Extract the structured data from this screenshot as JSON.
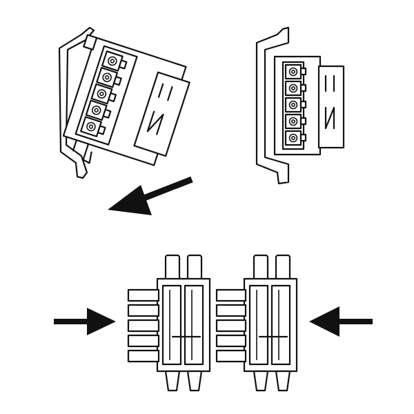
{
  "figure": {
    "panels": [
      {
        "name": "tilted-mounting-step",
        "terminals": 5
      },
      {
        "name": "mounted-on-rail",
        "terminals": 5
      },
      {
        "name": "joining-step",
        "blocks": 2
      }
    ],
    "colors": {
      "line": "#111111",
      "background": "#ffffff"
    },
    "arrows": [
      {
        "name": "mount-direction-arrow",
        "direction": "down-left"
      },
      {
        "name": "push-right-arrow",
        "direction": "right"
      },
      {
        "name": "push-left-arrow",
        "direction": "left"
      }
    ]
  }
}
